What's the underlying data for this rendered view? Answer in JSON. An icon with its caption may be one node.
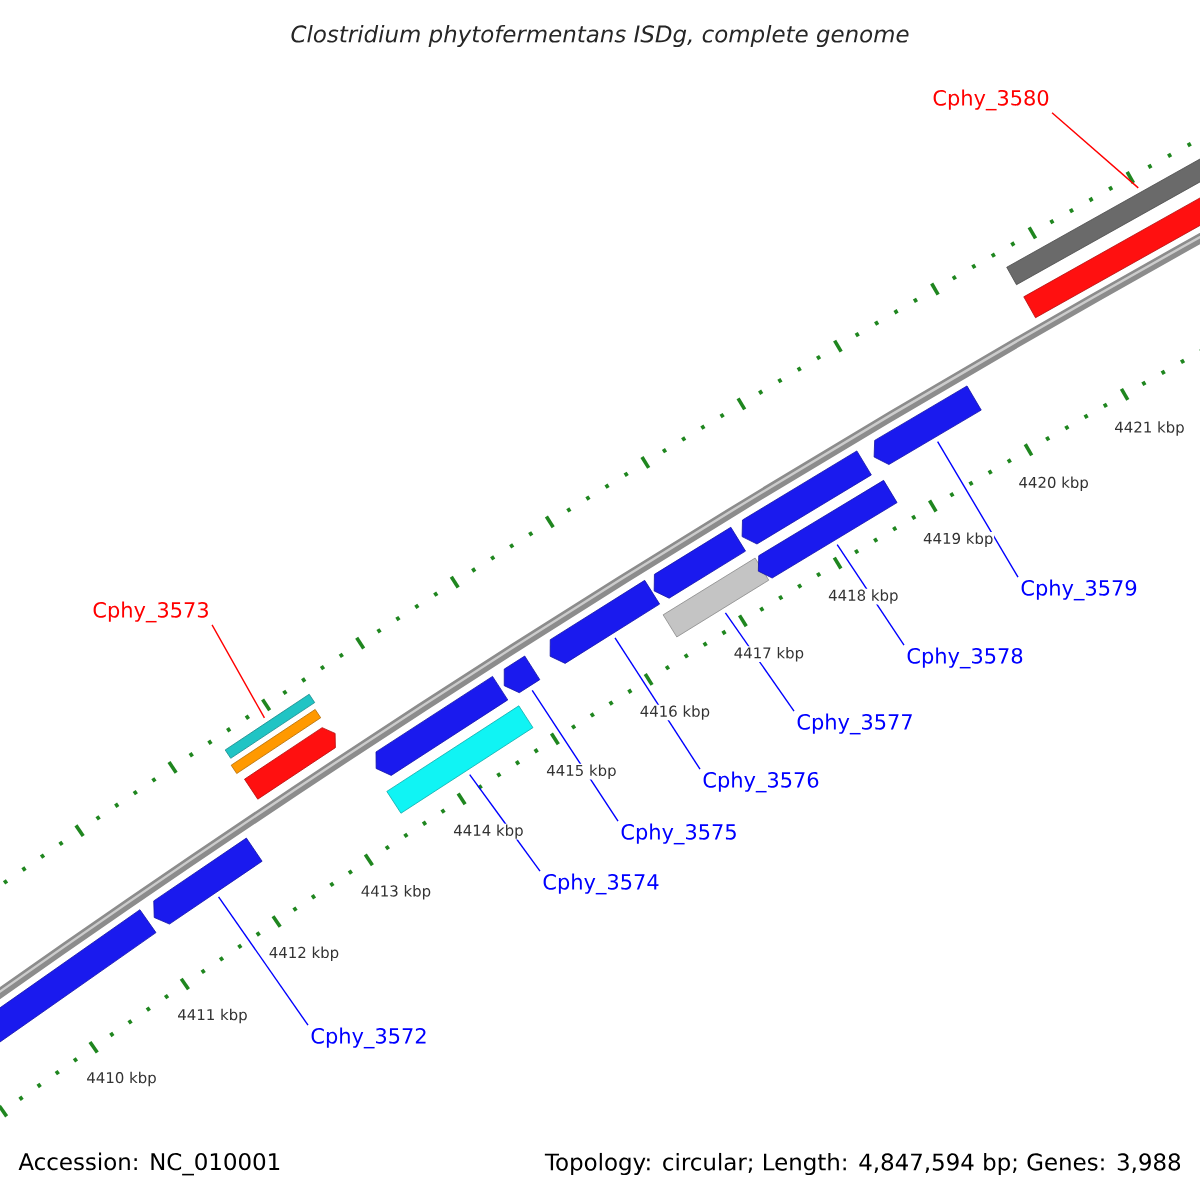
{
  "diagram": {
    "title": "Clostridium phytofermentans ISDg, complete genome",
    "nodes": [
      {
        "text": [
          "Cphy_3580"
        ]
      },
      {
        "text": [],
        "shape": "bar"
      },
      {
        "text": [],
        "shape": "bar"
      },
      {
        "text": [
          "Cphy_3573"
        ]
      },
      {
        "text": [],
        "shape": "bar"
      },
      {
        "text": [],
        "shape": "bar"
      },
      {
        "text": [],
        "shape": "pentagon"
      },
      {
        "text": [],
        "shape": "pentagon"
      },
      {
        "text": [],
        "shape": "pentagon"
      },
      {
        "text": [],
        "shape": "pentagon"
      },
      {
        "text": [],
        "shape": "bar"
      },
      {
        "text": [],
        "shape": "pentagon"
      },
      {
        "text": [],
        "shape": "pentagon"
      },
      {
        "text": [],
        "shape": "bar"
      },
      {
        "text": [],
        "shape": "pentagon"
      },
      {
        "text": [],
        "shape": "pentagon"
      },
      {
        "text": [],
        "shape": "pentagon"
      },
      {
        "text": [],
        "shape": "pentagon"
      },
      {
        "text": [
          "Cphy_3572"
        ]
      },
      {
        "text": [
          "Cphy_3574"
        ]
      },
      {
        "text": [
          "Cphy_3575"
        ]
      },
      {
        "text": [
          "Cphy_3576"
        ]
      },
      {
        "text": [
          "Cphy_3577"
        ]
      },
      {
        "text": [
          "Cphy_3578"
        ]
      },
      {
        "text": [
          "Cphy_3579"
        ]
      }
    ],
    "edges": [
      {
        "from": 0,
        "to": 1,
        "arrow": "none",
        "color": "#ff0000"
      },
      {
        "from": 3,
        "to": 4,
        "arrow": "none",
        "color": "#ff0000"
      },
      {
        "from": 18,
        "to": 8,
        "arrow": "none"
      },
      {
        "from": 19,
        "to": 10,
        "arrow": "none"
      },
      {
        "from": 20,
        "to": 11,
        "arrow": "none"
      },
      {
        "from": 21,
        "to": 12,
        "arrow": "none"
      },
      {
        "from": 22,
        "to": 13,
        "arrow": "none"
      },
      {
        "from": 23,
        "to": 16,
        "arrow": "none"
      },
      {
        "from": 24,
        "to": 17,
        "arrow": "none"
      }
    ],
    "labels": [
      "4410 kbp",
      "4411 kbp",
      "4412 kbp",
      "4413 kbp",
      "4414 kbp",
      "4415 kbp",
      "4416 kbp",
      "4417 kbp",
      "4418 kbp",
      "4419 kbp",
      "4420 kbp",
      "4421 kbp",
      "Accession: NC_010001",
      "Topology: circular; Length: 4,847,594 bp; Genes: 3,988"
    ]
  }
}
